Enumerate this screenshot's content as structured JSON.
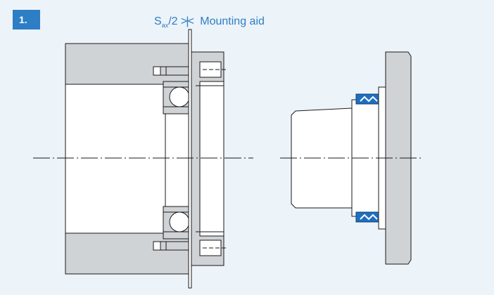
{
  "step": {
    "number": "1."
  },
  "callout": {
    "symbol": "S",
    "subscript": "ax",
    "suffix": "/2",
    "gap_marker": ">|<",
    "label": "Mounting aid"
  },
  "colors": {
    "background": "#ecf3f9",
    "badge": "#2d7ec4",
    "callout_text": "#2d7ec4",
    "seal_blue": "#1e6fc0",
    "part_fill": "#ffffff",
    "part_shade": "#d0d3d6",
    "outline": "#1a1a1a"
  }
}
